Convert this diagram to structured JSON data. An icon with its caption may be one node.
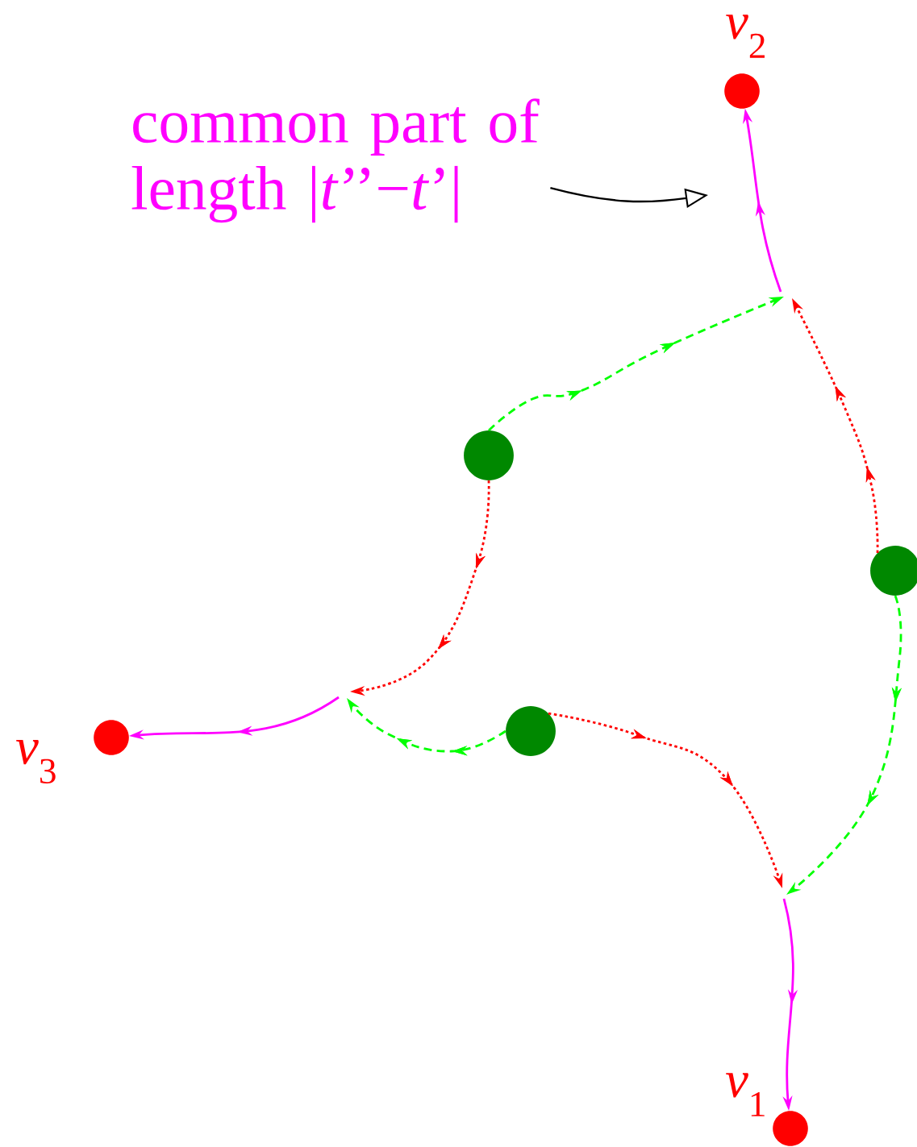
{
  "diagram": {
    "nodes": [
      {
        "text": [],
        "shape": "circle",
        "beside": [
          "*v*$_{2}$"
        ]
      },
      {
        "text": [],
        "shape": "circle",
        "beside": [
          "*v*$_{3}$"
        ]
      },
      {
        "text": [],
        "shape": "circle",
        "beside": [
          "*v*$_{1}$"
        ]
      },
      {
        "text": [],
        "shape": "circle"
      },
      {
        "text": [],
        "shape": "circle"
      },
      {
        "text": [],
        "shape": "circle"
      },
      {
        "text": [
          "common part of length  |*t*’’−*t*’|"
        ]
      }
    ],
    "edges": [
      {
        "from": 3,
        "to": null,
        "arrow": "to",
        "style": "dashed",
        "color": "#00ff00"
      },
      {
        "from": 3,
        "to": null,
        "arrow": "to",
        "style": "dashed",
        "color": "#ff0000"
      },
      {
        "from": 4,
        "to": null,
        "arrow": "to",
        "style": "dashed",
        "color": "#ff0000"
      },
      {
        "from": 4,
        "to": null,
        "arrow": "to",
        "style": "dashed",
        "color": "#00ff00"
      },
      {
        "from": 5,
        "to": null,
        "arrow": "to",
        "style": "dashed",
        "color": "#00ff00"
      },
      {
        "from": 5,
        "to": null,
        "arrow": "to",
        "style": "dashed",
        "color": "#ff0000"
      },
      {
        "from": null,
        "to": 0,
        "arrow": "to",
        "color": "#ff00ff"
      },
      {
        "from": null,
        "to": 1,
        "arrow": "to",
        "color": "#ff00ff"
      },
      {
        "from": null,
        "to": 2,
        "arrow": "to",
        "color": "#ff00ff"
      },
      {
        "from": 6,
        "to": null,
        "arrow": "to",
        "color": "#000000"
      }
    ]
  }
}
